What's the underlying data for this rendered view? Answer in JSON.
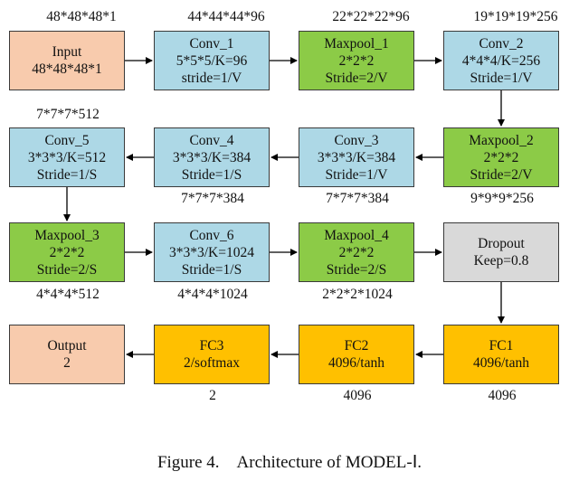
{
  "colors": {
    "io": "#F8CBAD",
    "conv": "#ADD8E6",
    "pool": "#8CCB47",
    "dropout": "#D9D9D9",
    "fc": "#FFC000",
    "arrow": "#000000"
  },
  "nodes": {
    "input": {
      "l1": "Input",
      "l2": "48*48*48*1",
      "l3": ""
    },
    "conv1": {
      "l1": "Conv_1",
      "l2": "5*5*5/K=96",
      "l3": "stride=1/V"
    },
    "maxpool1": {
      "l1": "Maxpool_1",
      "l2": "2*2*2",
      "l3": "Stride=2/V"
    },
    "conv2": {
      "l1": "Conv_2",
      "l2": "4*4*4/K=256",
      "l3": "Stride=1/V"
    },
    "conv5": {
      "l1": "Conv_5",
      "l2": "3*3*3/K=512",
      "l3": "Stride=1/S"
    },
    "conv4": {
      "l1": "Conv_4",
      "l2": "3*3*3/K=384",
      "l3": "Stride=1/S"
    },
    "conv3": {
      "l1": "Conv_3",
      "l2": "3*3*3/K=384",
      "l3": "Stride=1/V"
    },
    "maxpool2": {
      "l1": "Maxpool_2",
      "l2": "2*2*2",
      "l3": "Stride=2/V"
    },
    "maxpool3": {
      "l1": "Maxpool_3",
      "l2": "2*2*2",
      "l3": "Stride=2/S"
    },
    "conv6": {
      "l1": "Conv_6",
      "l2": "3*3*3/K=1024",
      "l3": "Stride=1/S"
    },
    "maxpool4": {
      "l1": "Maxpool_4",
      "l2": "2*2*2",
      "l3": "Stride=2/S"
    },
    "dropout": {
      "l1": "Dropout",
      "l2": "Keep=0.8",
      "l3": ""
    },
    "output": {
      "l1": "Output",
      "l2": "2",
      "l3": ""
    },
    "fc3": {
      "l1": "FC3",
      "l2": "2/softmax",
      "l3": ""
    },
    "fc2": {
      "l1": "FC2",
      "l2": "4096/tanh",
      "l3": ""
    },
    "fc1": {
      "l1": "FC1",
      "l2": "4096/tanh",
      "l3": ""
    }
  },
  "dims": {
    "input": "48*48*48*1",
    "conv1": "44*44*44*96",
    "maxpool1": "22*22*22*96",
    "conv2": "19*19*19*256",
    "conv5": "7*7*7*512",
    "conv4": "7*7*7*384",
    "conv3": "7*7*7*384",
    "maxpool2": "9*9*9*256",
    "maxpool3": "4*4*4*512",
    "conv6": "4*4*4*1024",
    "maxpool4": "2*2*2*1024",
    "fc3": "2",
    "fc2": "4096",
    "fc1": "4096"
  },
  "caption": "Figure 4. Architecture of MODEL-Ⅰ."
}
